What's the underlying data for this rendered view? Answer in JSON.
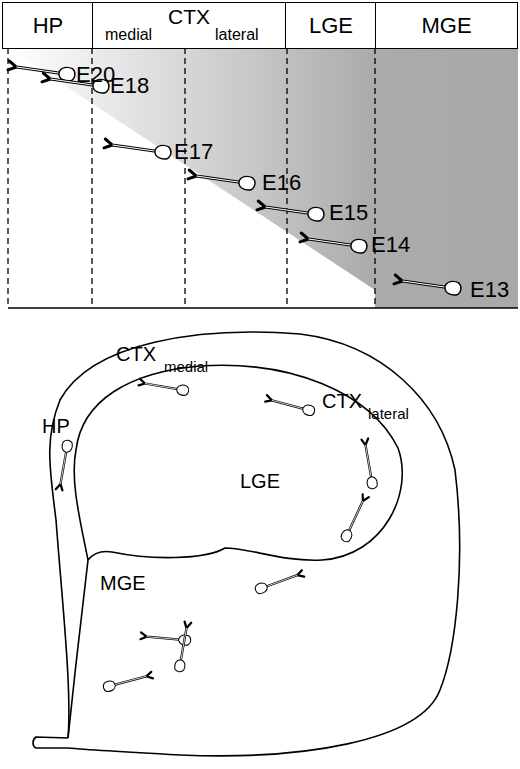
{
  "diagram": {
    "nodes": [
      {
        "text": [
          "HP"
        ]
      },
      {
        "text": [
          "CTX",
          "medial",
          "lateral"
        ]
      },
      {
        "text": [
          "LGE"
        ]
      },
      {
        "text": [
          "MGE"
        ]
      }
    ],
    "labels": [
      "E20",
      "E18",
      "E17",
      "E16",
      "E15",
      "E14",
      "E13",
      "CTX",
      "medial",
      "CTX",
      "lateral",
      "HP",
      "LGE",
      "MGE"
    ]
  }
}
